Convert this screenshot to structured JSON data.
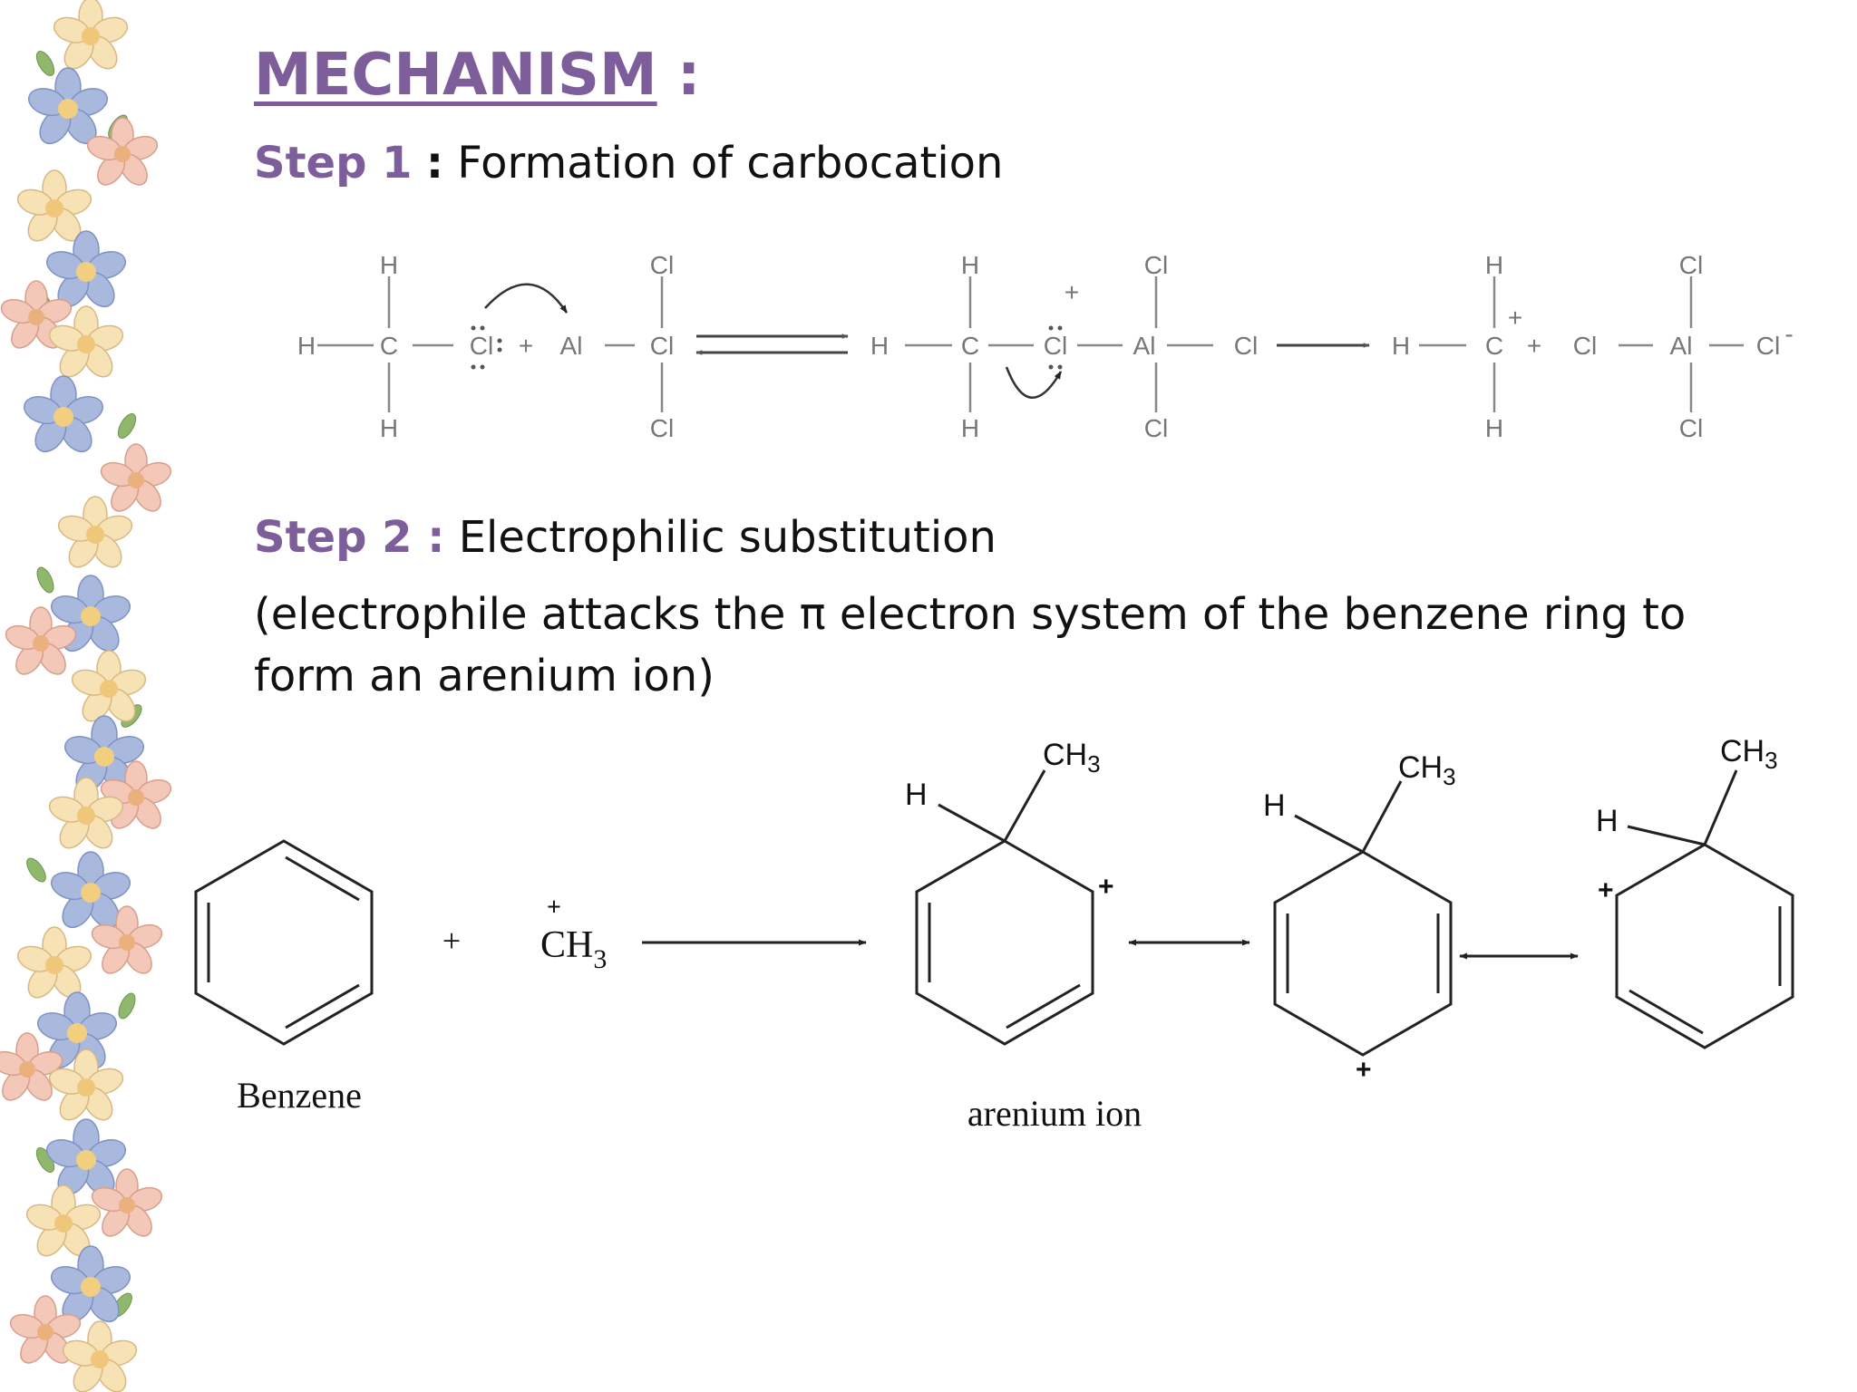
{
  "slide": {
    "title": "MECHANISM",
    "title_colon": ":",
    "accent_color": "#7d5e9b",
    "step1": {
      "label": "Step 1",
      "separator": ":",
      "text": "Formation of carbocation"
    },
    "step2": {
      "label": "Step 2 :",
      "text": "Electrophilic substitution",
      "description_line1": "(electrophile attacks the π electron system of the benzene ring to",
      "description_line2": "form an arenium ion)"
    }
  },
  "reaction1": {
    "atoms": {
      "H": "H",
      "C": "C",
      "Cl": "Cl",
      "Al": "Al"
    },
    "plus": "+",
    "chloride_anion": "Cl",
    "anion_charge": "-",
    "positive_charge": "+"
  },
  "reaction2": {
    "benzene_label": "Benzene",
    "plus": "+",
    "methyl": "CH",
    "methyl_subscript": "3",
    "cation_charge": "+",
    "arenium_label": "arenium ion",
    "hydrogen": "H"
  },
  "decor": {
    "border": "flower-border-icon"
  }
}
